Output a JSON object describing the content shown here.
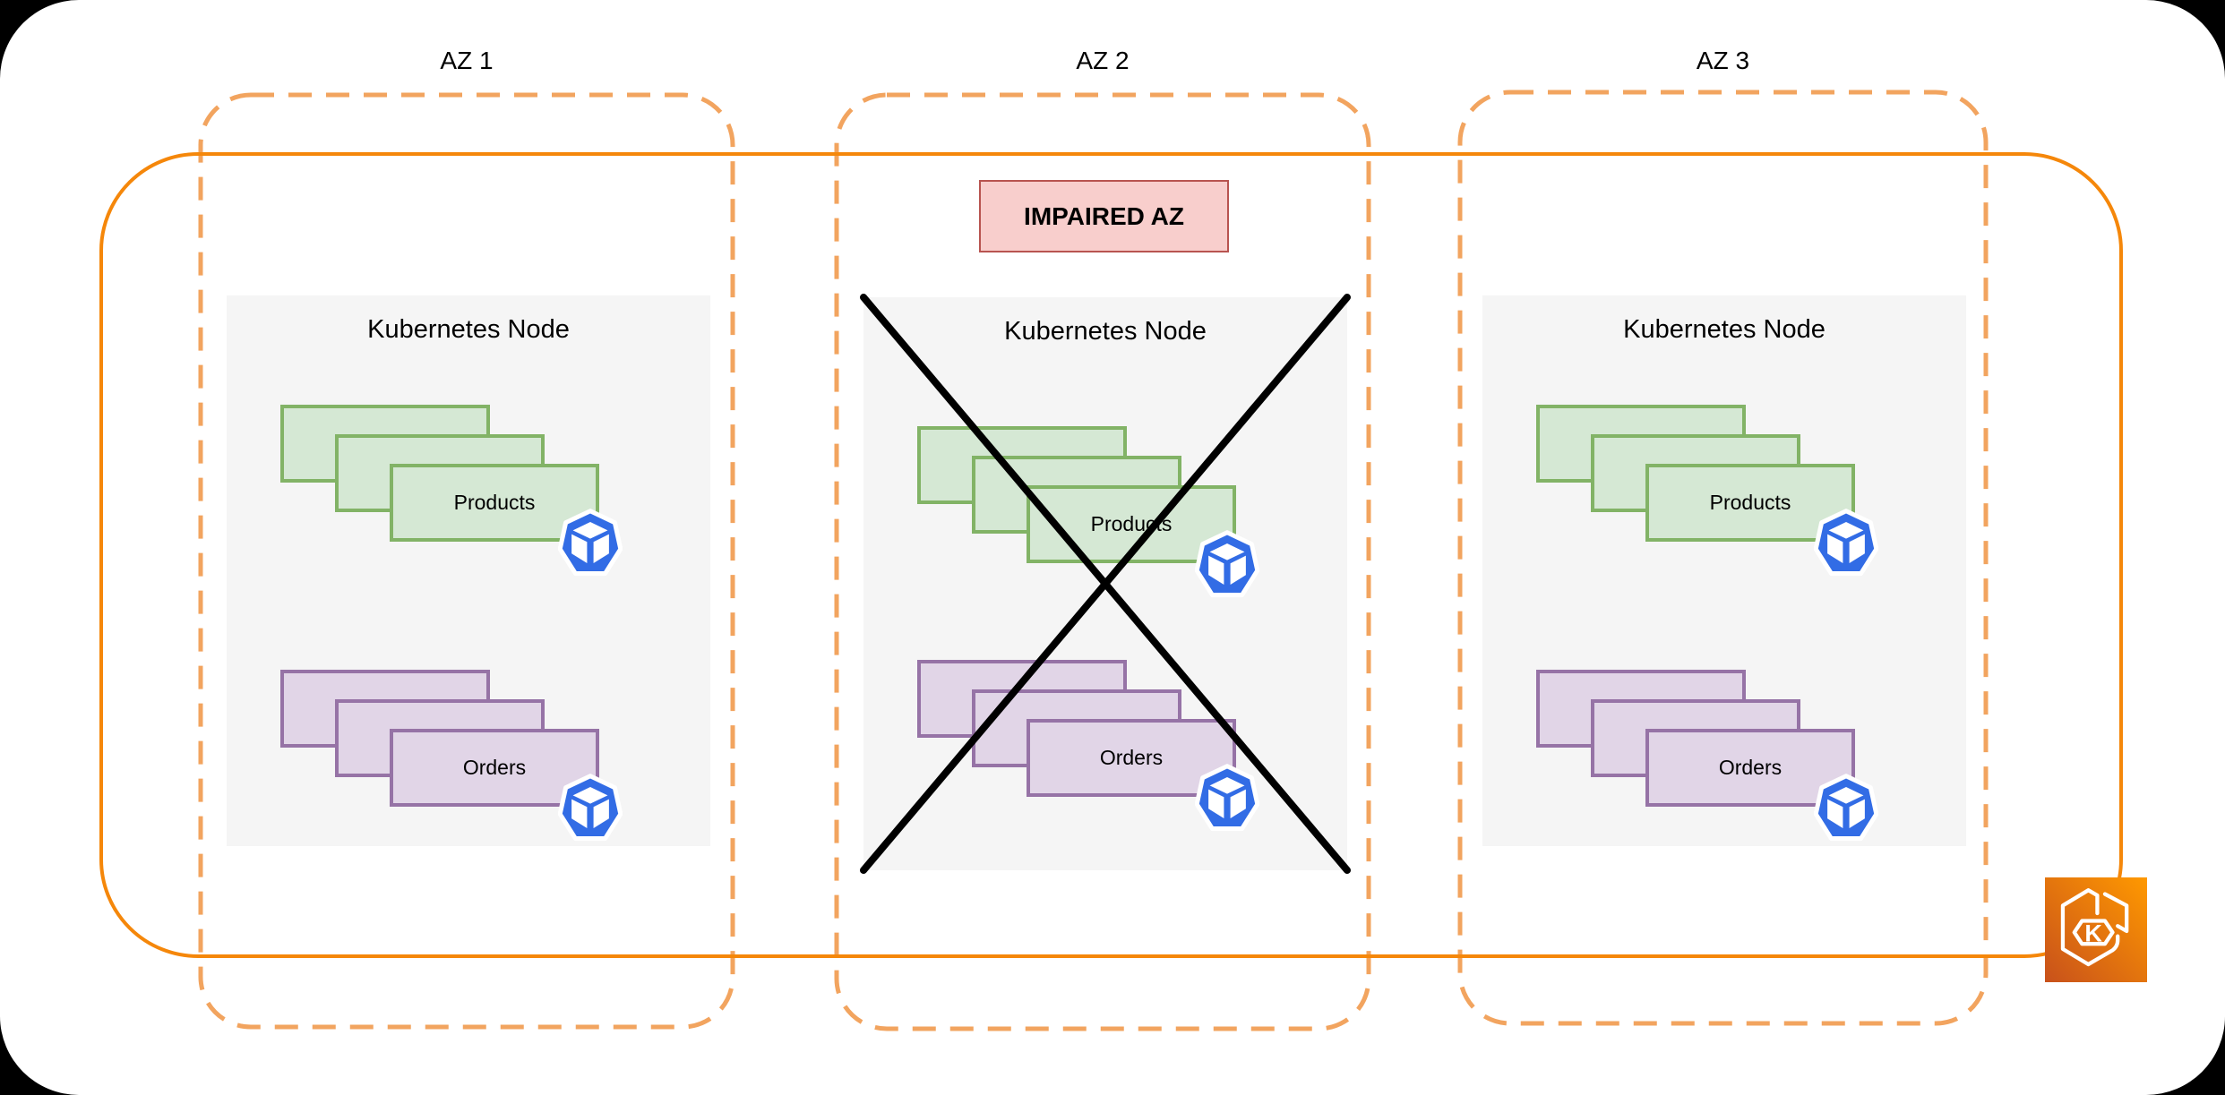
{
  "diagram": {
    "title_hint": "EKS cluster across three availability zones with AZ 2 impaired",
    "azs": [
      {
        "label": "AZ 1",
        "impaired": false,
        "node": {
          "title": "Kubernetes Node",
          "stacks": [
            {
              "label": "Products",
              "replicas": 3,
              "color": "green"
            },
            {
              "label": "Orders",
              "replicas": 3,
              "color": "purple"
            }
          ]
        }
      },
      {
        "label": "AZ 2",
        "impaired": true,
        "badge": "IMPAIRED AZ",
        "node": {
          "title": "Kubernetes Node",
          "stacks": [
            {
              "label": "Products",
              "replicas": 3,
              "color": "green"
            },
            {
              "label": "Orders",
              "replicas": 3,
              "color": "purple"
            }
          ]
        }
      },
      {
        "label": "AZ 3",
        "impaired": false,
        "node": {
          "title": "Kubernetes Node",
          "stacks": [
            {
              "label": "Products",
              "replicas": 3,
              "color": "green"
            },
            {
              "label": "Orders",
              "replicas": 3,
              "color": "purple"
            }
          ]
        }
      }
    ],
    "cluster_icon_letter": "K",
    "icons": {
      "pod": "kubernetes-pod-icon",
      "cluster": "amazon-eks-icon"
    },
    "colors": {
      "cluster_border": "#F5870A",
      "az_dashed_border": "#F2A45F",
      "node_background": "#F5F5F5",
      "products_fill": "#D5E8D4",
      "products_border": "#82B366",
      "orders_fill": "#E1D5E7",
      "orders_border": "#9673A6",
      "badge_fill": "#F8CECC",
      "badge_border": "#B85450",
      "pod_blue": "#326CE5",
      "eks_gradient_dark": "#C8511B",
      "eks_gradient_light": "#FF9900",
      "cross_color": "#000000"
    }
  }
}
